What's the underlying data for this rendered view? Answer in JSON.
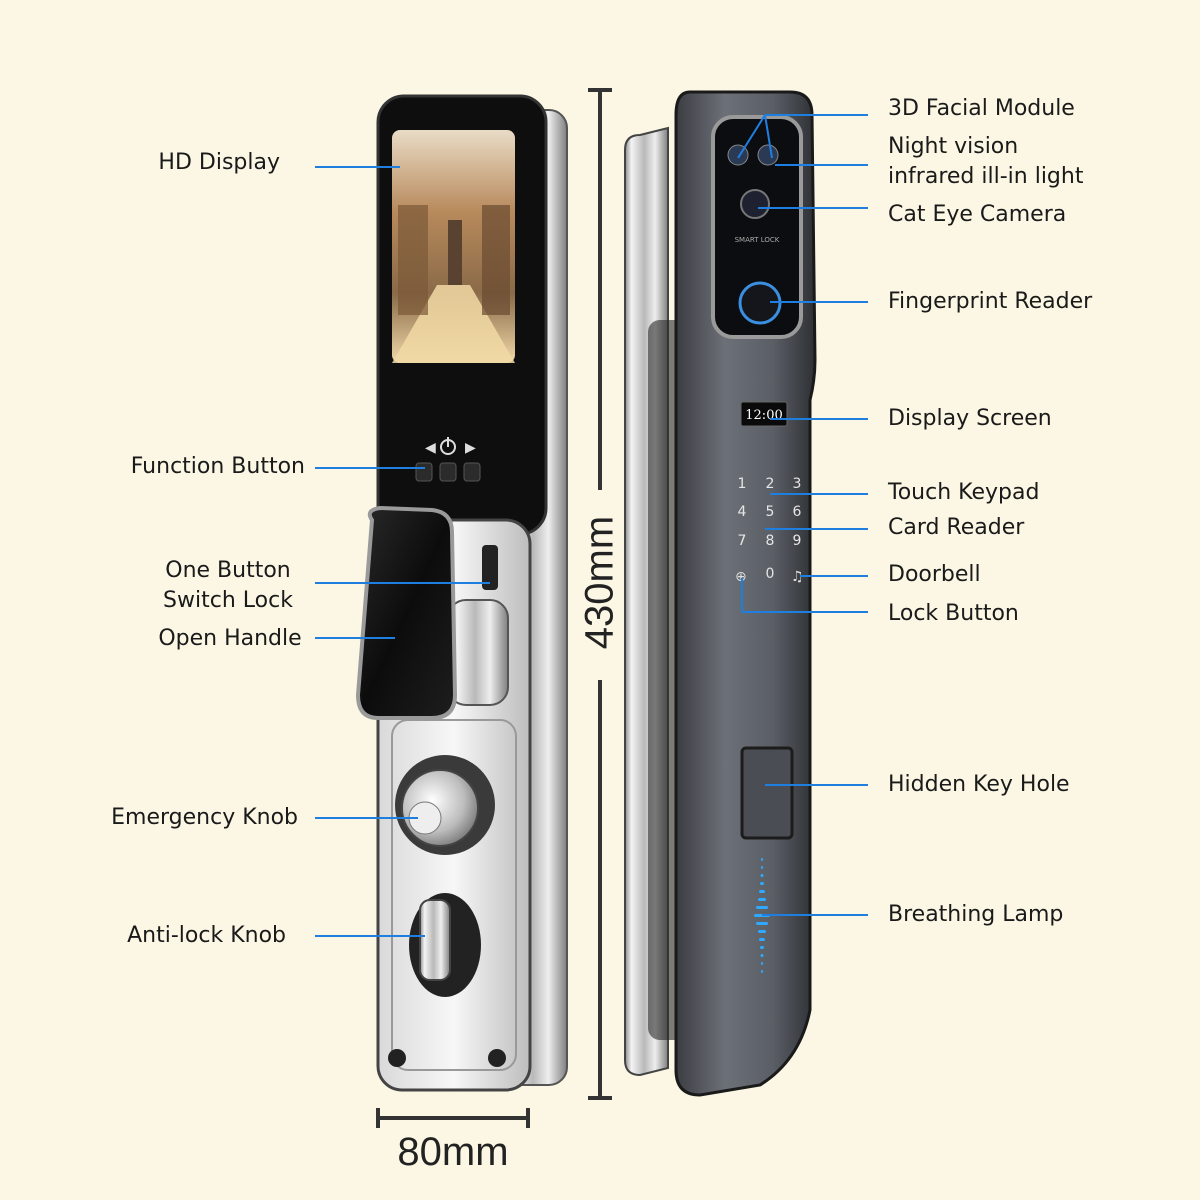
{
  "left_callouts": [
    {
      "id": "hd-display",
      "lines": [
        "HD Display"
      ]
    },
    {
      "id": "function-button",
      "lines": [
        "Function Button"
      ]
    },
    {
      "id": "one-button-switch-lock",
      "lines": [
        "One Button",
        "Switch Lock"
      ]
    },
    {
      "id": "open-handle",
      "lines": [
        "Open Handle"
      ]
    },
    {
      "id": "emergency-knob",
      "lines": [
        "Emergency Knob"
      ]
    },
    {
      "id": "anti-lock-knob",
      "lines": [
        "Anti-lock Knob"
      ]
    }
  ],
  "right_callouts": [
    {
      "id": "3d-facial-module",
      "lines": [
        "3D Facial Module"
      ]
    },
    {
      "id": "night-vision-light",
      "lines": [
        "Night vision",
        "infrared ill-in light"
      ]
    },
    {
      "id": "cat-eye-camera",
      "lines": [
        "Cat Eye Camera"
      ]
    },
    {
      "id": "fingerprint-reader",
      "lines": [
        "Fingerprint Reader"
      ]
    },
    {
      "id": "display-screen",
      "lines": [
        "Display Screen"
      ]
    },
    {
      "id": "touch-keypad",
      "lines": [
        "Touch Keypad"
      ]
    },
    {
      "id": "card-reader",
      "lines": [
        "Card Reader"
      ]
    },
    {
      "id": "doorbell",
      "lines": [
        "Doorbell"
      ]
    },
    {
      "id": "lock-button",
      "lines": [
        "Lock Button"
      ]
    },
    {
      "id": "hidden-key-hole",
      "lines": [
        "Hidden Key Hole"
      ]
    },
    {
      "id": "breathing-lamp",
      "lines": [
        "Breathing Lamp"
      ]
    }
  ],
  "dimensions": {
    "height": "430mm",
    "width": "80mm"
  },
  "display": {
    "time": "12:00",
    "brand": "SMART LOCK"
  },
  "keypad": {
    "keys": [
      "1",
      "2",
      "3",
      "4",
      "5",
      "6",
      "7",
      "8",
      "9",
      "0"
    ]
  },
  "colors": {
    "background": "#fbf7e4",
    "leader_line": "#1f7fe0",
    "body_dark": "#111111",
    "chrome": "#c9c9c9",
    "gunmetal": "#5a5d63",
    "lamp_blue": "#2fa8ff"
  },
  "icons": {
    "function_buttons": [
      "left-arrow-icon",
      "power-icon",
      "right-arrow-icon"
    ]
  }
}
